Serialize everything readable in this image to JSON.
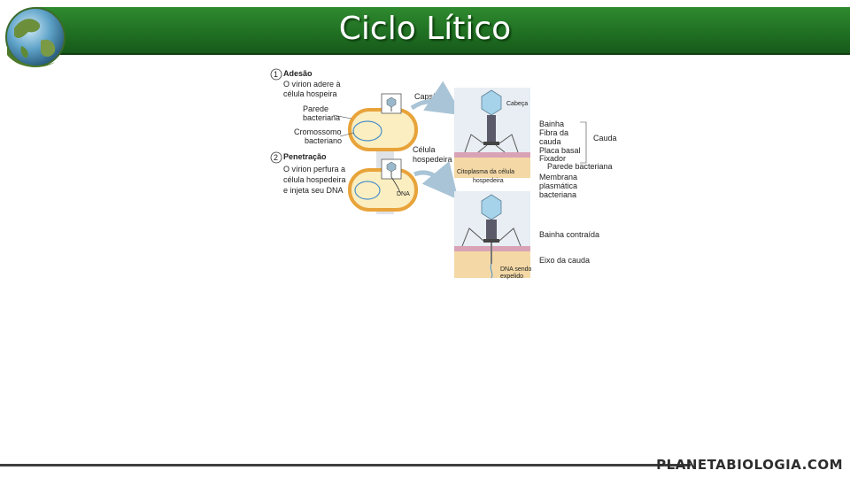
{
  "slide": {
    "title": "Ciclo Lítico",
    "brand": "PLANETABIOLOGIA.COM"
  },
  "diagram": {
    "step1": {
      "number": "1",
      "heading": "Adesão",
      "text_line1": "O vírion adere à",
      "text_line2": "célula hospeira"
    },
    "step2": {
      "number": "2",
      "heading": "Penetração",
      "text_line1": "O vírion perfura a",
      "text_line2": "célula hospedeira",
      "text_line3": "e injeta seu DNA"
    },
    "cell_labels": {
      "wall_line1": "Parede",
      "wall_line2": "bacteriana",
      "chromosome_line1": "Cromossomo",
      "chromosome_line2": "bacteriano",
      "host_line1": "Célula",
      "host_line2": "hospedeira",
      "dna": "DNA",
      "capsid": "Capsídio"
    },
    "phage_labels": {
      "head": "Cabeça",
      "sheath": "Bainha",
      "tail_fiber_line1": "Fibra da",
      "tail_fiber_line2": "cauda",
      "base_plate": "Placa basal",
      "pin": "Fixador",
      "tail": "Cauda",
      "cell_wall": "Parede bacteriana",
      "cytoplasm_line1": "Citoplasma da célula",
      "cytoplasm_line2": "hospedeira",
      "membrane_line1": "Membrana",
      "membrane_line2": "plasmática",
      "membrane_line3": "bacteriana",
      "contracted_sheath": "Bainha contraída",
      "tail_core": "Eixo da cauda",
      "dna_expelled_line1": "DNA sendo",
      "dna_expelled_line2": "expelido"
    }
  },
  "colors": {
    "header_green": "#1f6e22",
    "cell_wall": "#e8a33a",
    "cell_fill": "#fbeec1",
    "chromosome": "#4a90c8",
    "arrow": "#a9c4d6"
  }
}
